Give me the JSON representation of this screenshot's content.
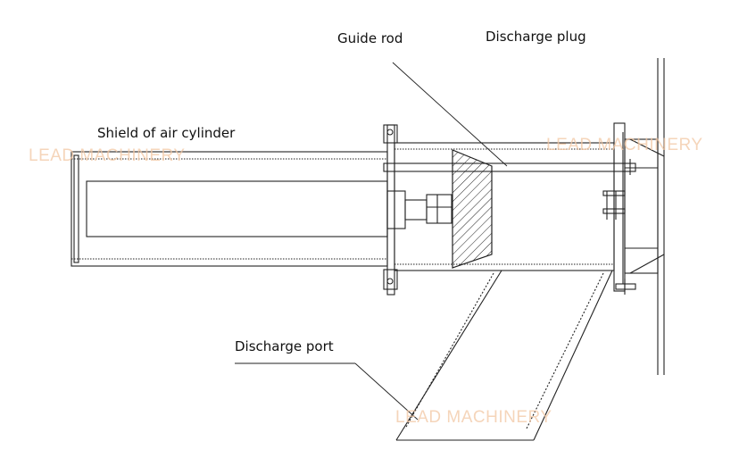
{
  "labels": {
    "guide_rod": "Guide rod",
    "discharge_plug": "Discharge plug",
    "shield": "Shield of air cylinder",
    "discharge_port": "Discharge port"
  },
  "watermarks": {
    "left": "LEAD MACHINERY",
    "right": "LEAD MACHINERY",
    "bottom": "LEAD MACHINERY"
  },
  "colors": {
    "line": "#222222",
    "watermark": "#f2c7a4",
    "background": "#ffffff"
  }
}
